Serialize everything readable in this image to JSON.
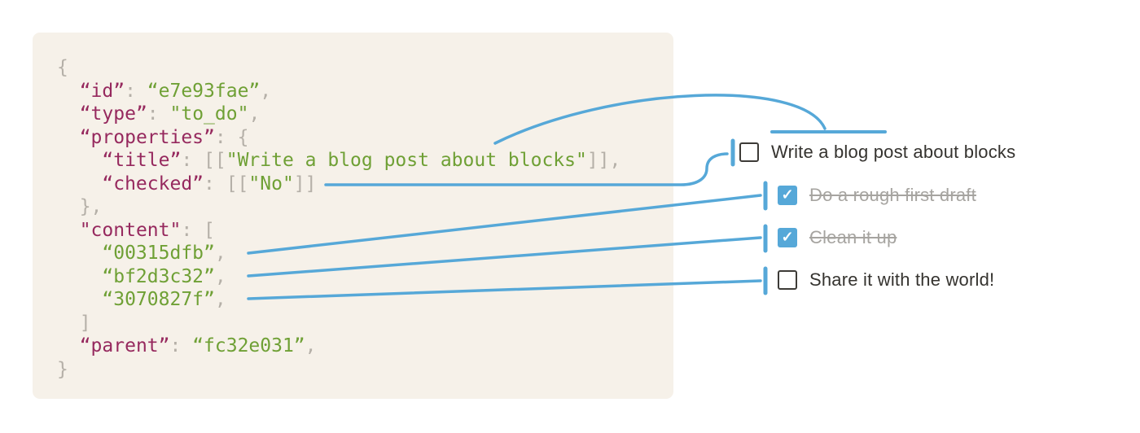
{
  "colors": {
    "accent_blue": "#56A8D8",
    "code_background": "#F6F1E9",
    "json_key": "#96295E",
    "json_string": "#6FA035",
    "json_punct": "#B5B0A8",
    "todo_text": "#35332F",
    "todo_done": "#A6A4A0",
    "checkbox_border": "#3D3B37"
  },
  "check_icon": "✓",
  "code": {
    "language": "json",
    "lines": [
      [
        [
          "p",
          "{"
        ]
      ],
      [
        [
          "p",
          "  "
        ],
        [
          "k",
          "“id”"
        ],
        [
          "p",
          ": "
        ],
        [
          "s",
          "“e7e93fae”"
        ],
        [
          "p",
          ","
        ]
      ],
      [
        [
          "p",
          "  "
        ],
        [
          "k",
          "“type”"
        ],
        [
          "p",
          ": "
        ],
        [
          "s",
          "\"to_do\""
        ],
        [
          "p",
          ","
        ]
      ],
      [
        [
          "p",
          "  "
        ],
        [
          "k",
          "“properties”"
        ],
        [
          "p",
          ": {"
        ]
      ],
      [
        [
          "p",
          "    "
        ],
        [
          "k",
          "“title”"
        ],
        [
          "p",
          ": [["
        ],
        [
          "s",
          "\"Write a blog post about blocks\""
        ],
        [
          "p",
          "]],"
        ]
      ],
      [
        [
          "p",
          "    "
        ],
        [
          "k",
          "“checked”"
        ],
        [
          "p",
          ": [["
        ],
        [
          "s",
          "\"No\""
        ],
        [
          "p",
          "]]"
        ]
      ],
      [
        [
          "p",
          "  },"
        ]
      ],
      [
        [
          "p",
          "  "
        ],
        [
          "k",
          "\"content\""
        ],
        [
          "p",
          ": ["
        ]
      ],
      [
        [
          "p",
          "    "
        ],
        [
          "s",
          "“00315dfb”"
        ],
        [
          "p",
          ","
        ]
      ],
      [
        [
          "p",
          "    "
        ],
        [
          "s",
          "“bf2d3c32”"
        ],
        [
          "p",
          ","
        ]
      ],
      [
        [
          "p",
          "    "
        ],
        [
          "s",
          "“3070827f”"
        ],
        [
          "p",
          ","
        ]
      ],
      [
        [
          "p",
          "  ]"
        ]
      ],
      [
        [
          "p",
          "  "
        ],
        [
          "k",
          "“parent”"
        ],
        [
          "p",
          ": "
        ],
        [
          "s",
          "“fc32e031”"
        ],
        [
          "p",
          ","
        ]
      ],
      [
        [
          "p",
          "}"
        ]
      ]
    ]
  },
  "todos": [
    {
      "label": "Write a blog post about blocks",
      "checked": false,
      "completed": false
    },
    {
      "label": "Do a rough first draft",
      "checked": true,
      "completed": true
    },
    {
      "label": "Clean it up",
      "checked": true,
      "completed": true
    },
    {
      "label": "Share it with the world!",
      "checked": false,
      "completed": false
    }
  ],
  "connectors": [
    {
      "from": "properties.title",
      "to": "todo 1 title overline"
    },
    {
      "from": "properties.checked",
      "to": "todo 1 checkbox"
    },
    {
      "from": "content[0] 00315dfb",
      "to": "todo 2"
    },
    {
      "from": "content[1] bf2d3c32",
      "to": "todo 3"
    },
    {
      "from": "content[2] 3070827f",
      "to": "todo 4"
    }
  ]
}
